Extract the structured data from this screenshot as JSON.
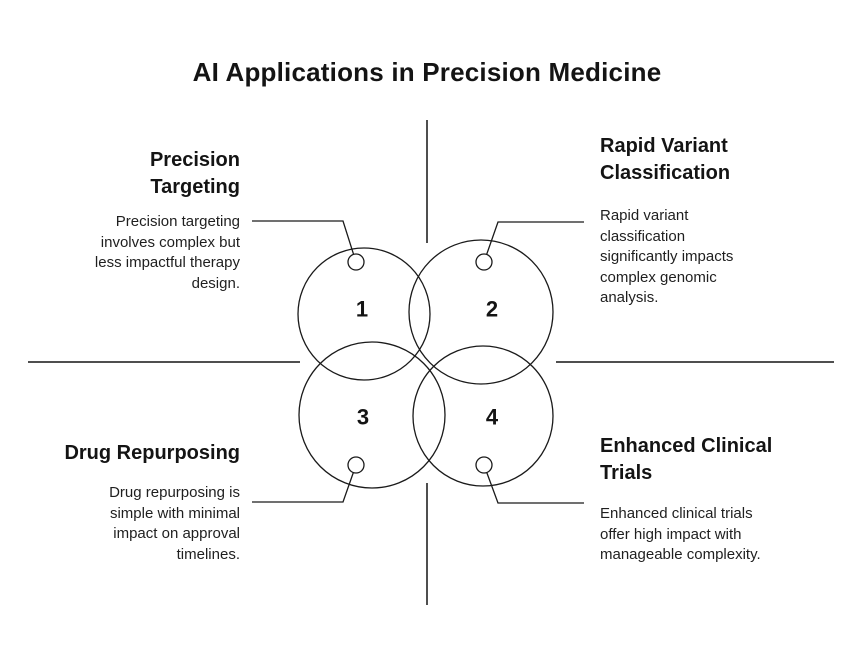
{
  "title": "AI Applications in Precision Medicine",
  "colors": {
    "background": "#ffffff",
    "text": "#141414",
    "circle_stroke": "#1a1a1a",
    "axis_line": "#4f4f4f"
  },
  "bubbles": [
    {
      "number": "1",
      "label": "Precision Targeting"
    },
    {
      "number": "2",
      "label": "Rapid Variant Classification"
    },
    {
      "number": "3",
      "label": "Drug Repurposing"
    },
    {
      "number": "4",
      "label": "Enhanced Clinical Trials"
    }
  ],
  "quadrants": {
    "top_left": {
      "heading": [
        "Precision",
        "Targeting"
      ],
      "body": [
        "Precision targeting",
        "involves complex but",
        "less impactful therapy",
        "design."
      ]
    },
    "top_right": {
      "heading": [
        "Rapid Variant",
        "Classification"
      ],
      "body": [
        "Rapid variant",
        "classification",
        "significantly impacts",
        "complex genomic",
        "analysis."
      ]
    },
    "bottom_left": {
      "heading": [
        "Drug Repurposing"
      ],
      "body": [
        "Drug repurposing is",
        "simple with minimal",
        "impact on approval",
        "timelines."
      ]
    },
    "bottom_right": {
      "heading": [
        "Enhanced Clinical",
        "Trials"
      ],
      "body": [
        "Enhanced clinical trials",
        "offer high impact with",
        "manageable complexity."
      ]
    }
  }
}
